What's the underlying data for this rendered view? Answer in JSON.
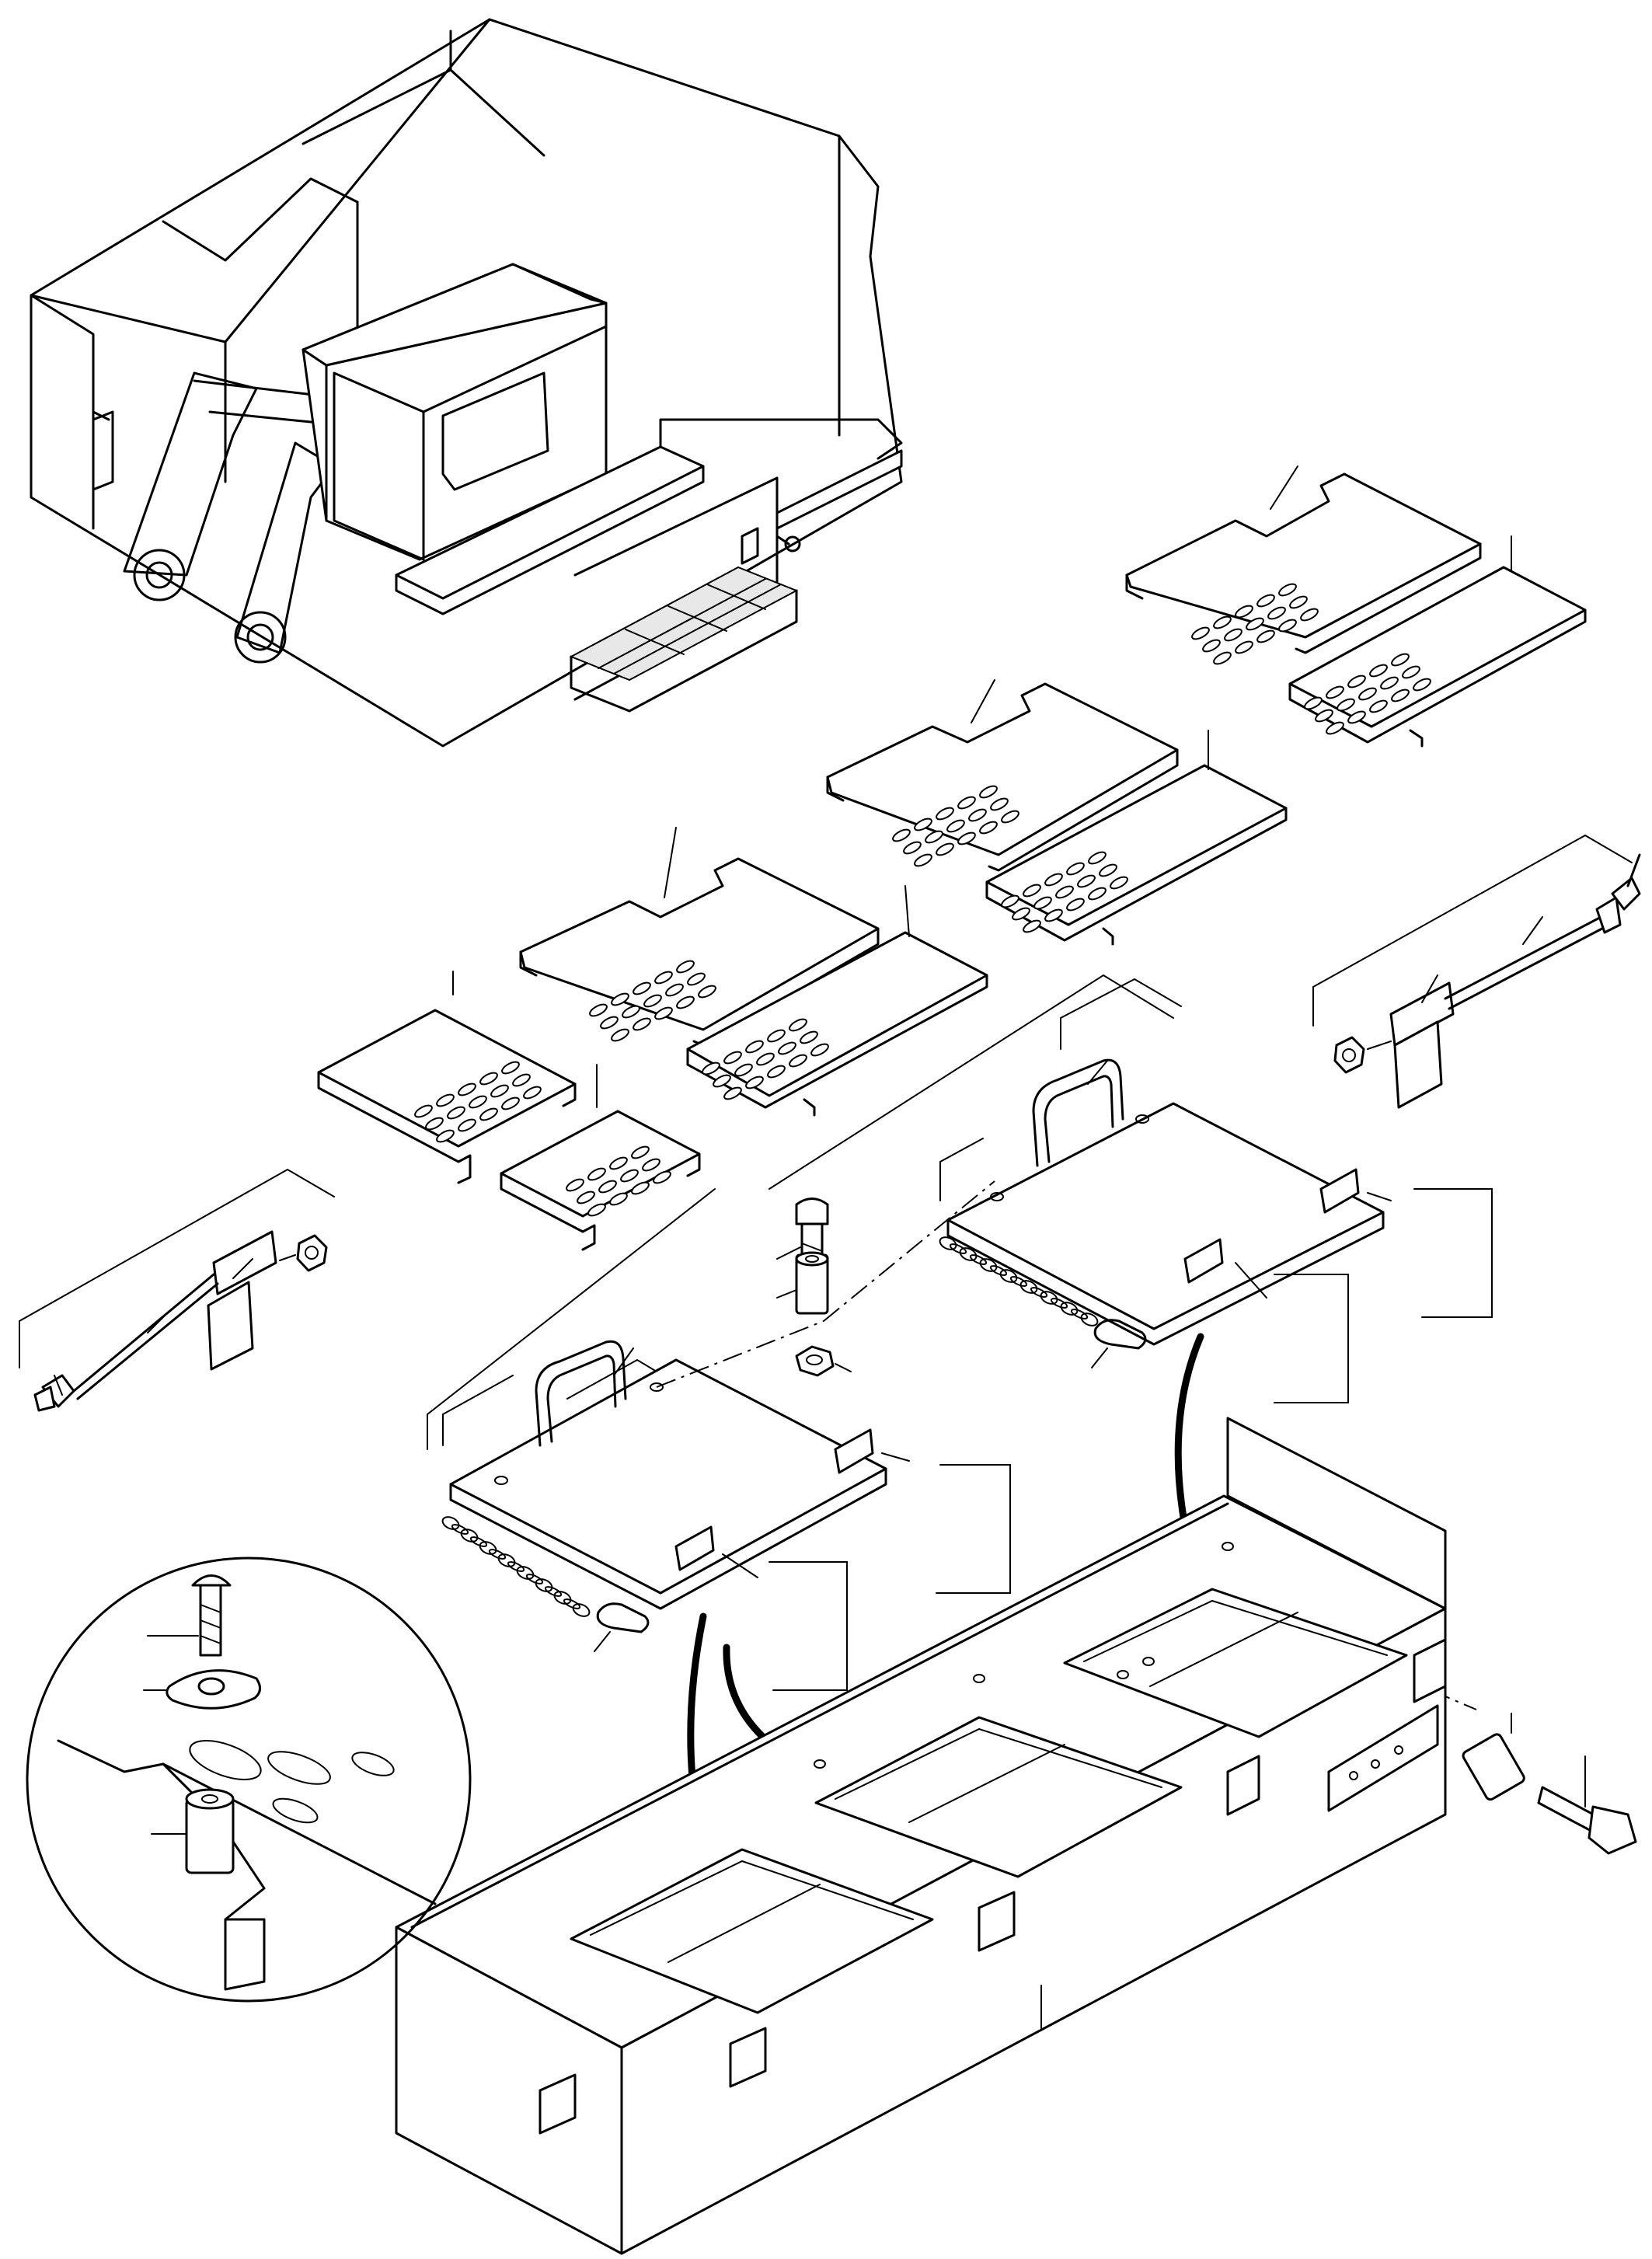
{
  "diagram": {
    "parts": [
      {
        "id": "machine",
        "icon": "excavator-upper-structure-icon"
      },
      {
        "id": "step-grating",
        "icon": "grating-icon"
      },
      {
        "id": "walkway-plate-rear-left",
        "icon": "perforated-plate-icon"
      },
      {
        "id": "walkway-plate-rear-right",
        "icon": "perforated-plate-icon"
      },
      {
        "id": "walkway-plate-mid-left",
        "icon": "perforated-plate-icon"
      },
      {
        "id": "walkway-plate-mid-right",
        "icon": "perforated-plate-icon"
      },
      {
        "id": "walkway-plate-front-left",
        "icon": "perforated-plate-icon"
      },
      {
        "id": "walkway-plate-front-right",
        "icon": "perforated-plate-icon"
      },
      {
        "id": "step-plate-large",
        "icon": "perforated-plate-icon"
      },
      {
        "id": "step-plate-small",
        "icon": "perforated-plate-icon"
      },
      {
        "id": "lock-assembly-left",
        "icon": "lock-rod-icon"
      },
      {
        "id": "lock-assembly-right",
        "icon": "lock-rod-icon"
      },
      {
        "id": "lid-left",
        "icon": "hinged-lid-icon"
      },
      {
        "id": "lid-right",
        "icon": "hinged-lid-icon"
      },
      {
        "id": "bolt",
        "icon": "bolt-icon"
      },
      {
        "id": "spacer",
        "icon": "spacer-icon"
      },
      {
        "id": "nut",
        "icon": "nut-icon"
      },
      {
        "id": "chain",
        "icon": "chain-icon"
      },
      {
        "id": "snap-hook",
        "icon": "snap-hook-icon"
      },
      {
        "id": "storage-box",
        "icon": "storage-box-icon"
      },
      {
        "id": "box-bolt",
        "icon": "bolt-icon"
      },
      {
        "id": "box-spacer",
        "icon": "spacer-icon"
      },
      {
        "id": "detail-view",
        "icon": "magnified-detail-icon"
      }
    ]
  }
}
